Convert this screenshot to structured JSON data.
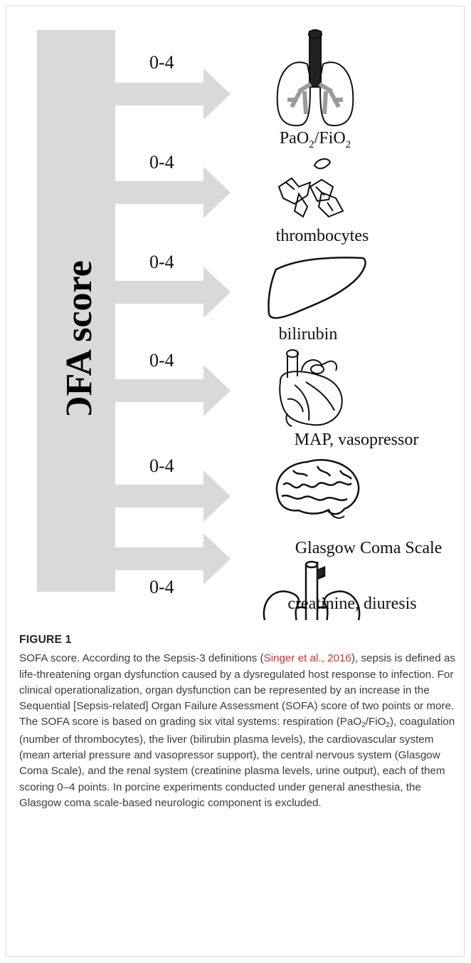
{
  "figure": {
    "score_title": "SOFA score",
    "rows": [
      {
        "score": "0-4",
        "label_main": "PaO",
        "label_sub1": "2",
        "label_mid": "/FiO",
        "label_sub2": "2",
        "organ_icon": "lungs-icon"
      },
      {
        "score": "0-4",
        "label": "thrombocytes",
        "organ_icon": "platelets-icon"
      },
      {
        "score": "0-4",
        "label": "bilirubin",
        "organ_icon": "liver-icon"
      },
      {
        "score": "0-4",
        "label": "MAP, vasopressor",
        "organ_icon": "heart-icon"
      },
      {
        "score": "0-4",
        "label": "Glasgow Coma Scale",
        "organ_icon": "brain-icon"
      },
      {
        "score": "0-4",
        "label": "creatinine, diuresis",
        "organ_icon": "kidneys-icon"
      }
    ],
    "colors": {
      "arrow": "#d9d9d9",
      "ink": "#111111",
      "lung_fill": "#9a9a9a",
      "reference_link": "#d0342c"
    }
  },
  "caption": {
    "label": "FIGURE 1",
    "t1": "SOFA score. According to the Sepsis-3 definitions (",
    "ref": "Singer et al., 2016",
    "t2": "), sepsis is defined as life-threatening organ dysfunction caused by a dysregulated host response to infection. For clinical operationalization, organ dysfunction can be represented by an increase in the Sequential [Sepsis-related] Organ Failure Assessment (SOFA) score of two points or more. The SOFA score is based on grading six vital systems: respiration (PaO",
    "s1": "2",
    "t3": "/FiO",
    "s2": "2",
    "t4": "), coagulation (number of thrombocytes), the liver (bilirubin plasma levels), the cardiovascular system (mean arterial pressure and vasopressor support), the central nervous system (Glasgow Coma Scale), and the renal system (creatinine plasma levels, urine output), each of them scoring 0–4 points. In porcine experiments conducted under general anesthesia, the Glasgow coma scale-based neurologic component is excluded."
  }
}
